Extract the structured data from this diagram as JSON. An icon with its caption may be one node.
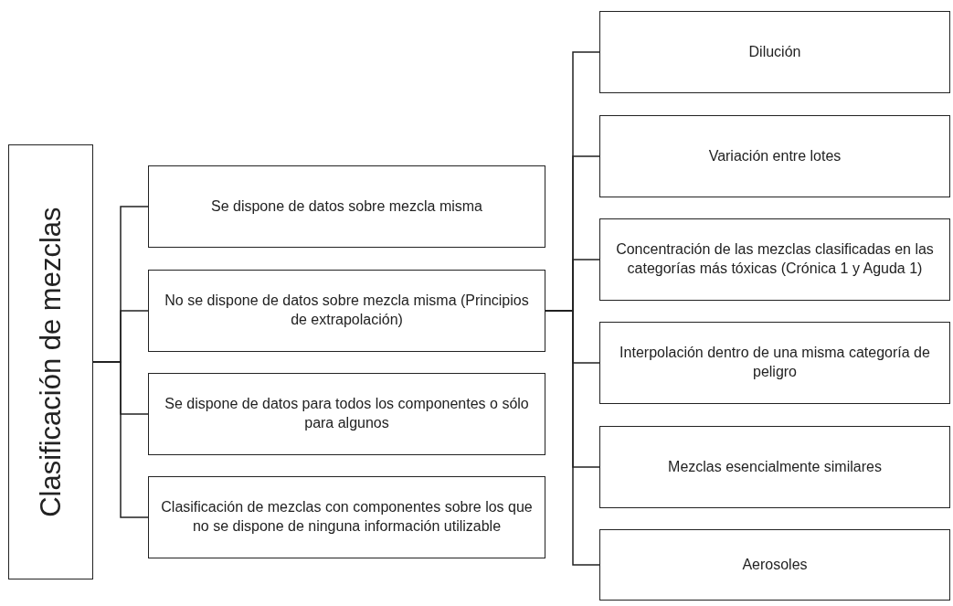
{
  "diagram": {
    "nodes": [
      {
        "text": [
          "Clasificación de mezclas"
        ]
      },
      {
        "text": [
          "Se dispone de datos sobre mezcla misma"
        ]
      },
      {
        "text": [
          "No se dispone de datos sobre mezcla misma (Principios de extrapolación)"
        ]
      },
      {
        "text": [
          "Se dispone de datos para todos los componentes o sólo para algunos"
        ]
      },
      {
        "text": [
          "Clasificación de mezclas con componentes sobre los que no se dispone de ninguna información utilizable"
        ]
      },
      {
        "text": [
          "Dilución"
        ]
      },
      {
        "text": [
          "Variación entre lotes"
        ]
      },
      {
        "text": [
          "Concentración de las mezclas clasificadas en las categorías más tóxicas (Crónica 1 y Aguda 1)"
        ]
      },
      {
        "text": [
          "Interpolación dentro de una misma categoría de peligro"
        ]
      },
      {
        "text": [
          "Mezclas esencialmente similares"
        ]
      },
      {
        "text": [
          "Aerosoles"
        ]
      }
    ],
    "edges": [
      {
        "from": 0,
        "to": 1,
        "arrow": "none"
      },
      {
        "from": 0,
        "to": 2,
        "arrow": "none"
      },
      {
        "from": 0,
        "to": 3,
        "arrow": "none"
      },
      {
        "from": 0,
        "to": 4,
        "arrow": "none"
      },
      {
        "from": 2,
        "to": 5,
        "arrow": "none"
      },
      {
        "from": 2,
        "to": 6,
        "arrow": "none"
      },
      {
        "from": 2,
        "to": 7,
        "arrow": "none"
      },
      {
        "from": 2,
        "to": 8,
        "arrow": "none"
      },
      {
        "from": 2,
        "to": 9,
        "arrow": "none"
      },
      {
        "from": 2,
        "to": 10,
        "arrow": "none"
      }
    ]
  }
}
